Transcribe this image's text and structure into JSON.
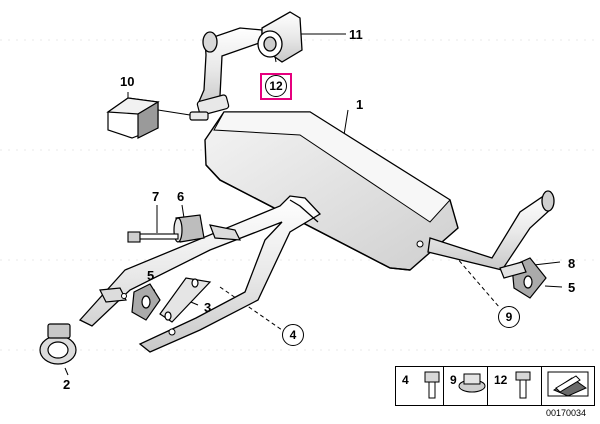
{
  "diagram": {
    "part_labels": {
      "p1": "1",
      "p2": "2",
      "p3": "3",
      "p5a": "5",
      "p5b": "5",
      "p6": "6",
      "p7": "7",
      "p8": "8",
      "p10": "10",
      "p11": "11"
    },
    "circle_labels": {
      "c4": "4",
      "c9": "9",
      "c12": "12"
    },
    "highlight_color": "#e6007e",
    "legend": {
      "items": [
        {
          "number": "4"
        },
        {
          "number": "9"
        },
        {
          "number": "12"
        }
      ]
    },
    "diagram_id": "00170034"
  }
}
